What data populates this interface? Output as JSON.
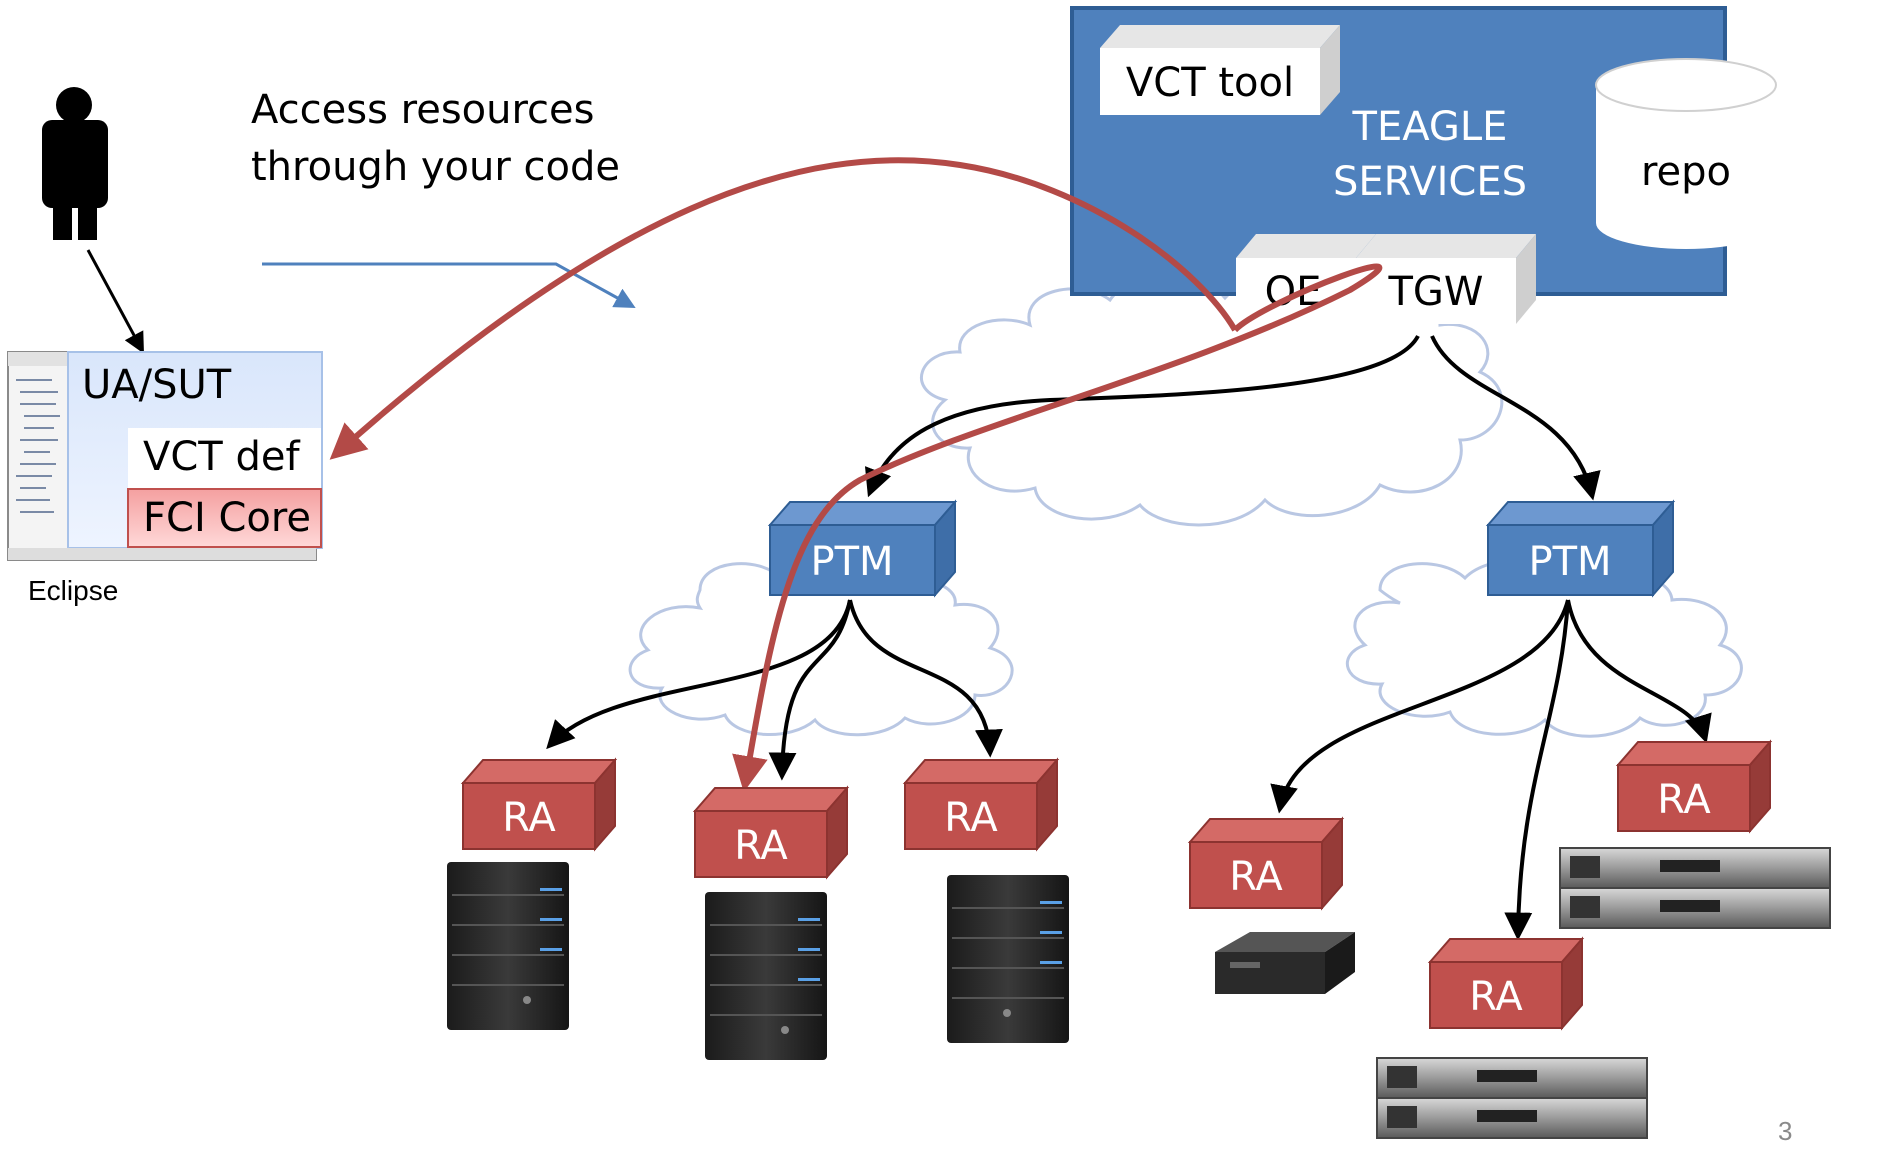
{
  "annotation": {
    "line1": "Access resources",
    "line2": "through your code"
  },
  "client": {
    "caption": "Eclipse",
    "uasut_label": "UA/SUT",
    "vct_def_label": "VCT def",
    "fci_core_label": "FCI Core"
  },
  "teagle": {
    "services_line1": "TEAGLE",
    "services_line2": "SERVICES",
    "vct_tool_label": "VCT tool",
    "repo_label": "repo",
    "oe_label": "OE",
    "tgw_label": "TGW"
  },
  "ptm_left": {
    "label": "PTM"
  },
  "ptm_right": {
    "label": "PTM"
  },
  "ra_labels": {
    "a": "RA",
    "b": "RA",
    "c": "RA",
    "d": "RA",
    "e": "RA",
    "f": "RA"
  },
  "page_number": "3",
  "colors": {
    "teagle_blue": "#4f81bd",
    "ra_red": "#c0504d",
    "path_red": "#b34a47",
    "cloud_stroke": "#b9c7e3",
    "blue_arrow": "#4f81bd"
  }
}
